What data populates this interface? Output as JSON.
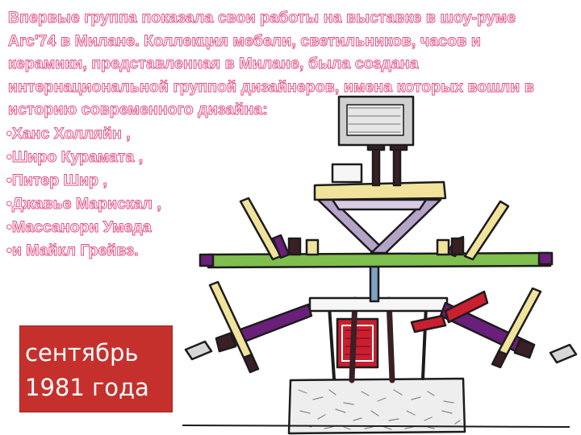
{
  "heading": {
    "lines": [
      "Впервые  группа показала свои работы на выставке в шоу-руме",
      "Arc'74 в Милане. Коллекция мебели, светильников, часов и",
      "керамики, представленная в Милане, была создана",
      "интернациональной группой дизайнеров, имена которых вошли в",
      "историю современного дизайна:"
    ]
  },
  "designers": [
    "•Ханс Холляйн ,",
    "•Широ Курамата ,",
    "•Питер Шир ,",
    "•Джавье Марискал ,",
    "•Массанори Умеда",
    "•и Майкл Грейвз."
  ],
  "date_label": "сентябрь\n1981 года",
  "colors": {
    "text_fill": "#ffffff",
    "text_outline": "#e14a80",
    "date_box": "#c5302d",
    "green_shelf": "#7fbf4d",
    "purple_arm": "#6a1f7a",
    "red_panel": "#c91f2e",
    "yellow": "#f1e39b",
    "gray_top": "#d0d0d0",
    "lilac": "#b5a3c8",
    "dark_brown": "#3a1f24"
  },
  "illustration": "furniture-sketch"
}
